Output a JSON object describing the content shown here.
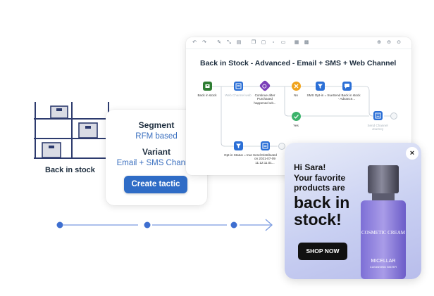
{
  "illustration": {
    "label": "Back in stock"
  },
  "segment_card": {
    "segment_heading": "Segment",
    "segment_value": "RFM based",
    "variant_heading": "Variant",
    "variant_value": "Email + SMS Channel",
    "cta_label": "Create tactic"
  },
  "flow": {
    "title": "Back in Stock - Advanced - Email + SMS + Web Channel",
    "nodes": {
      "start": "Back in stock",
      "web_email": "Web Channel web",
      "wait": "Continue after Purchased happened wit...",
      "no": "No",
      "sms_optin": "SMS Opt-in = true",
      "send_sms": "Send Back in stock - Advance...",
      "send_channel": "Send Channel Journey",
      "yes": "Yes",
      "optin_status": "Opt-in Status = true",
      "send_distributed": "Send Distributed on 2021-07-09 11:12:11.01..."
    }
  },
  "popup": {
    "close": "×",
    "greeting": "Hi Sara!",
    "favorite_line": "Your favorite products are",
    "headline": "back in stock!",
    "cta_label": "SHOP NOW",
    "bottle_brand": "COSMETIC CREAM",
    "bottle_line1": "MICELLAR",
    "bottle_line2": "CLEANSING WATER"
  },
  "colors": {
    "accent_blue": "#2f6cc6",
    "value_blue": "#3a6fbf",
    "node_blue": "#2b6fd6",
    "node_green": "#2e7d32",
    "node_purple": "#7b3fb8",
    "node_orange": "#f0a31c",
    "node_lightgreen": "#3cb36b"
  }
}
